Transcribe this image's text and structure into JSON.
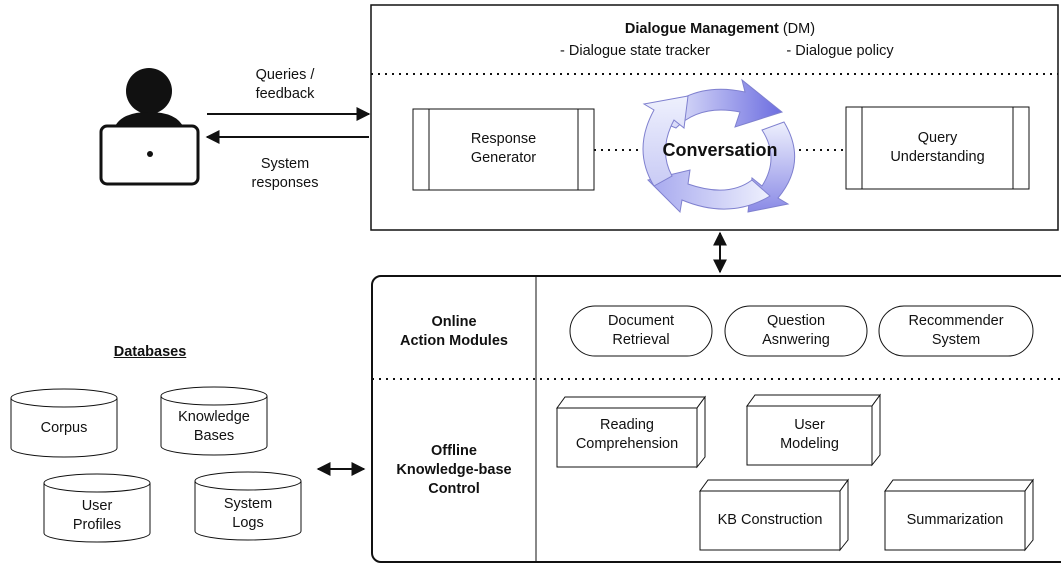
{
  "user": {
    "queries_label": [
      "Queries /",
      "feedback"
    ],
    "responses_label": [
      "System",
      "responses"
    ]
  },
  "dm": {
    "title_bold": "Dialogue Management",
    "title_suffix": " (DM)",
    "sub_tracker": "- Dialogue state tracker",
    "sub_policy": "- Dialogue policy",
    "response_generator": [
      "Response",
      "Generator"
    ],
    "conversation": "Conversation",
    "query_understanding": [
      "Query",
      "Understanding"
    ]
  },
  "online": {
    "label": [
      "Online",
      "Action Modules"
    ],
    "modules": [
      [
        "Document",
        "Retrieval"
      ],
      [
        "Question",
        "Asnwering"
      ],
      [
        "Recommender",
        "System"
      ]
    ]
  },
  "offline": {
    "label": [
      "Offline",
      "Knowledge-base",
      "Control"
    ],
    "reading": [
      "Reading",
      "Comprehension"
    ],
    "user_modeling": [
      "User",
      "Modeling"
    ],
    "kb_construction": "KB Construction",
    "summarization": "Summarization"
  },
  "databases": {
    "title": "Databases",
    "corpus": "Corpus",
    "knowledge_bases": [
      "Knowledge",
      "Bases"
    ],
    "user_profiles": [
      "User",
      "Profiles"
    ],
    "system_logs": [
      "System",
      "Logs"
    ]
  },
  "colors": {
    "cycle_light": "#e6e8fb",
    "cycle_dark": "#6f70e0",
    "stroke": "#111111"
  }
}
